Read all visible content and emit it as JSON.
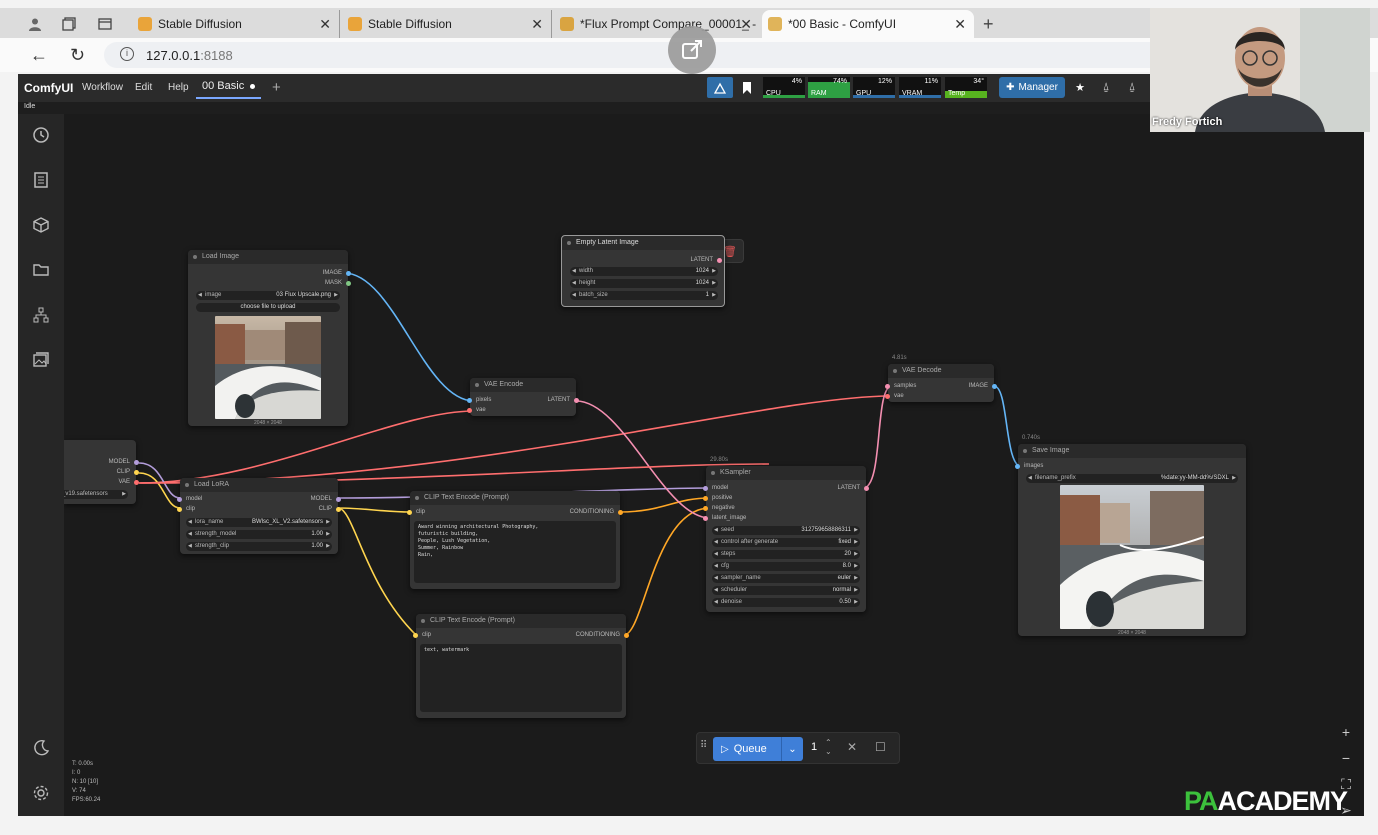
{
  "browser": {
    "tabs": [
      {
        "title": "Stable Diffusion"
      },
      {
        "title": "Stable Diffusion"
      },
      {
        "title": "*Flux Prompt Compare_00001_ -"
      },
      {
        "title": "*00 Basic - ComfyUI"
      }
    ],
    "url_host": "127.0.0.1",
    "url_port": ":8188"
  },
  "app": {
    "brand": "ComfyUI",
    "menu": [
      "Workflow",
      "Edit",
      "Help"
    ],
    "workflow_tab": "00 Basic",
    "status": "Idle",
    "meters": [
      {
        "label": "CPU",
        "value": "4%",
        "fraction": 0.04,
        "color": "#2ea043"
      },
      {
        "label": "RAM",
        "value": "74%",
        "fraction": 0.74,
        "color": "#2ea043"
      },
      {
        "label": "GPU",
        "value": "12%",
        "fraction": 0.12,
        "color": "#2f6ea8"
      },
      {
        "label": "VRAM",
        "value": "11%",
        "fraction": 0.11,
        "color": "#2f6ea8"
      },
      {
        "label": "Temp",
        "value": "34°",
        "fraction": 0.34,
        "color": "#57b31f"
      }
    ],
    "manager_label": "Manager"
  },
  "nodes": {
    "load_image": {
      "title": "Load Image",
      "out_image": "IMAGE",
      "out_mask": "MASK",
      "w_image_name": "image",
      "w_image_value": "03 Flux Upscale.png",
      "upload_label": "choose file to upload",
      "dims": "2048 × 2048"
    },
    "empty_latent": {
      "title": "Empty Latent Image",
      "out_latent": "LATENT",
      "width_name": "width",
      "width_value": "1024",
      "height_name": "height",
      "height_value": "1024",
      "batch_name": "batch_size",
      "batch_value": "1"
    },
    "vae_encode": {
      "title": "VAE Encode",
      "in_pixels": "pixels",
      "in_vae": "vae",
      "out_latent": "LATENT"
    },
    "checkpoint": {
      "out_model": "MODEL",
      "out_clip": "CLIP",
      "out_vae": "VAE",
      "ckpt_value": "_v19.safetensors"
    },
    "load_lora": {
      "title": "Load LoRA",
      "in_model": "model",
      "in_clip": "clip",
      "out_model": "MODEL",
      "out_clip": "CLIP",
      "lora_name": "lora_name",
      "lora_value": "BWlsc_XL_V2.safetensors",
      "sm_name": "strength_model",
      "sm_value": "1.00",
      "sc_name": "strength_clip",
      "sc_value": "1.00"
    },
    "clip_pos": {
      "title": "CLIP Text Encode (Prompt)",
      "in_clip": "clip",
      "out_cond": "CONDITIONING",
      "text": "Award winning architectural Photography,\nfuturistic building,\nPeople, Lush Vegetation,\nSummer, Rainbow\nRain,"
    },
    "clip_neg": {
      "title": "CLIP Text Encode (Prompt)",
      "in_clip": "clip",
      "out_cond": "CONDITIONING",
      "text": "text, watermark"
    },
    "ksampler": {
      "badge": "29.80s",
      "title": "KSampler",
      "in_model": "model",
      "in_positive": "positive",
      "in_negative": "negative",
      "in_latent": "latent_image",
      "out_latent": "LATENT",
      "seed_name": "seed",
      "seed_value": "312759658886311",
      "caf_name": "control after generate",
      "caf_value": "fixed",
      "steps_name": "steps",
      "steps_value": "20",
      "cfg_name": "cfg",
      "cfg_value": "8.0",
      "sampler_name": "sampler_name",
      "sampler_value": "euler",
      "scheduler_name": "scheduler",
      "scheduler_value": "normal",
      "denoise_name": "denoise",
      "denoise_value": "0.50"
    },
    "vae_decode": {
      "badge": "4.81s",
      "title": "VAE Decode",
      "in_samples": "samples",
      "in_vae": "vae",
      "out_image": "IMAGE"
    },
    "save_image": {
      "badge": "0.740s",
      "title": "Save Image",
      "in_images": "images",
      "prefix_name": "filename_prefix",
      "prefix_value": "%date:yy-MM-dd%/SDXL",
      "dims": "2048 × 2048"
    }
  },
  "queue": {
    "label": "Queue",
    "count": "1"
  },
  "stats": {
    "t": "T: 0.00s",
    "i": "I: 0",
    "n": "N: 10 [10]",
    "v": "V: 74",
    "fps": "FPS:60.24"
  },
  "webcam": {
    "name": "Fredy Fortich"
  },
  "watermark": {
    "pa": "PA",
    "rest": "ACADEMY"
  }
}
